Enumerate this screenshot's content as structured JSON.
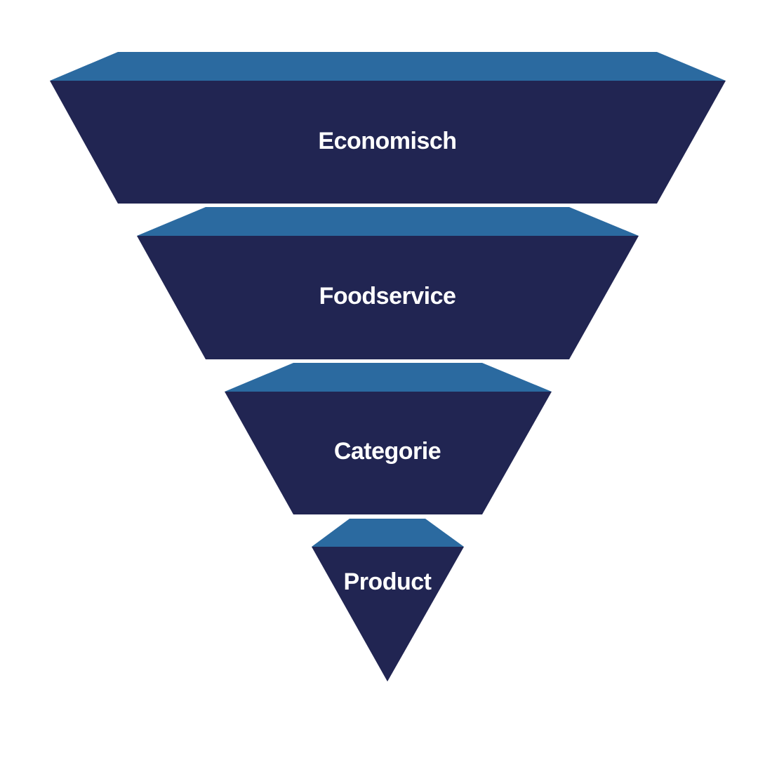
{
  "funnel": {
    "levels": [
      {
        "label": "Economisch"
      },
      {
        "label": "Foodservice"
      },
      {
        "label": "Categorie"
      },
      {
        "label": "Product"
      }
    ]
  },
  "colors": {
    "background": "#ffffff",
    "front_face": "#212552",
    "top_face": "#2b6aa0",
    "label_text": "#ffffff"
  }
}
